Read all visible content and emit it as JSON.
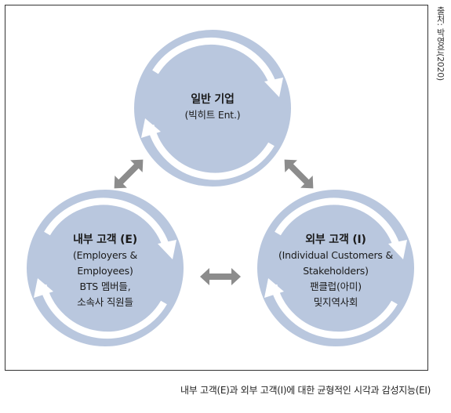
{
  "diagram": {
    "nodes": [
      {
        "id": "enterprise",
        "title": "일반 기업",
        "lines": [
          "(빅히트 Ent.)"
        ]
      },
      {
        "id": "internal",
        "title": "내부 고객 (E)",
        "lines": [
          "(Employers &",
          "Employees)",
          "BTS 멤버들,",
          "소속사 직원들"
        ]
      },
      {
        "id": "external",
        "title": "외부 고객 (I)",
        "lines": [
          "(Individual Customers &",
          "Stakeholders)",
          "팬클럽(아미)",
          "및지역사회"
        ]
      }
    ],
    "colors": {
      "circle": "#b9c7de",
      "ring": "#ffffff",
      "connector": "#8c8c8c",
      "border": "#333333"
    }
  },
  "source_note": "출처: 박영은(2020)",
  "caption": "내부 고객(E)과 외부 고객(I)에 대한 균형적인 시각과 감성지능(EI)"
}
